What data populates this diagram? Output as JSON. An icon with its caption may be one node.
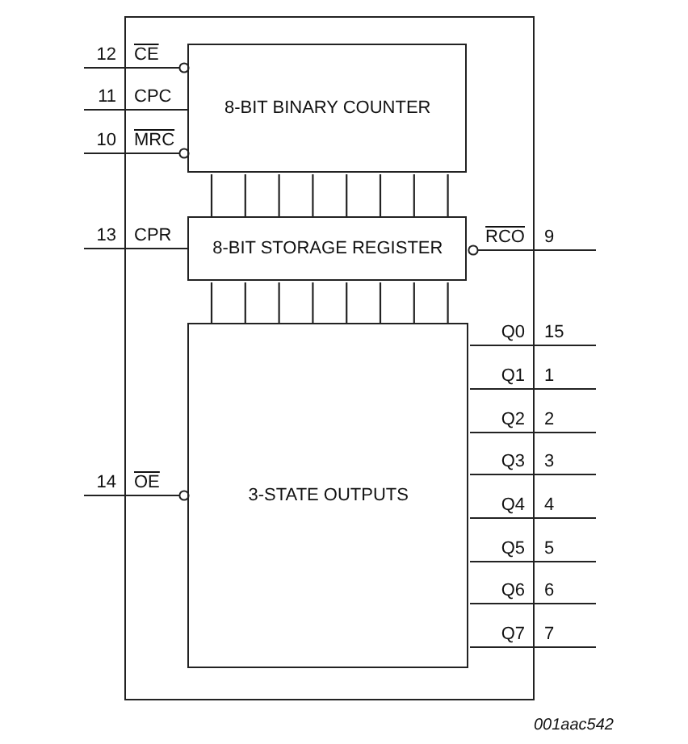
{
  "diagram": {
    "nodes": [
      {
        "text": [],
        "shape": "box"
      },
      {
        "text": [
          "8-BIT BINARY COUNTER"
        ],
        "in": 0
      },
      {
        "text": [
          "8-BIT STORAGE REGISTER"
        ],
        "in": 0
      },
      {
        "text": [
          "3-STATE OUTPUTS"
        ],
        "in": 0
      }
    ],
    "edges": [
      {
        "from": null,
        "to": 1,
        "arrow": "other"
      },
      {
        "from": null,
        "to": 1,
        "arrow": "none"
      },
      {
        "from": null,
        "to": 1,
        "arrow": "other"
      },
      {
        "from": null,
        "to": 2,
        "arrow": "none"
      },
      {
        "from": null,
        "to": 3,
        "arrow": "other"
      },
      {
        "from": 2,
        "to": null,
        "arrow": "other"
      },
      {
        "from": 3,
        "to": null,
        "arrow": "none"
      },
      {
        "from": 3,
        "to": null,
        "arrow": "none"
      },
      {
        "from": 3,
        "to": null,
        "arrow": "none"
      },
      {
        "from": 3,
        "to": null,
        "arrow": "none"
      },
      {
        "from": 3,
        "to": null,
        "arrow": "none"
      },
      {
        "from": 3,
        "to": null,
        "arrow": "none"
      },
      {
        "from": 3,
        "to": null,
        "arrow": "none"
      },
      {
        "from": 3,
        "to": null,
        "arrow": "none"
      },
      {
        "from": 1,
        "to": 2,
        "arrow": "none"
      },
      {
        "from": 1,
        "to": 2,
        "arrow": "none"
      },
      {
        "from": 1,
        "to": 2,
        "arrow": "none"
      },
      {
        "from": 1,
        "to": 2,
        "arrow": "none"
      },
      {
        "from": 1,
        "to": 2,
        "arrow": "none"
      },
      {
        "from": 1,
        "to": 2,
        "arrow": "none"
      },
      {
        "from": 1,
        "to": 2,
        "arrow": "none"
      },
      {
        "from": 1,
        "to": 2,
        "arrow": "none"
      },
      {
        "from": 2,
        "to": 3,
        "arrow": "none"
      },
      {
        "from": 2,
        "to": 3,
        "arrow": "none"
      },
      {
        "from": 2,
        "to": 3,
        "arrow": "none"
      },
      {
        "from": 2,
        "to": 3,
        "arrow": "none"
      },
      {
        "from": 2,
        "to": 3,
        "arrow": "none"
      },
      {
        "from": 2,
        "to": 3,
        "arrow": "none"
      },
      {
        "from": 2,
        "to": 3,
        "arrow": "none"
      },
      {
        "from": 2,
        "to": 3,
        "arrow": "none"
      }
    ],
    "labels": [
      "12",
      "CE",
      "11",
      "CPC",
      "10",
      "MRC",
      "13",
      "CPR",
      "RCO",
      "9",
      "Q0",
      "15",
      "Q1",
      "1",
      "Q2",
      "2",
      "Q3",
      "3",
      "14",
      "OE",
      "Q4",
      "4",
      "Q5",
      "5",
      "Q6",
      "6",
      "Q7",
      "7",
      "001aac542"
    ]
  }
}
